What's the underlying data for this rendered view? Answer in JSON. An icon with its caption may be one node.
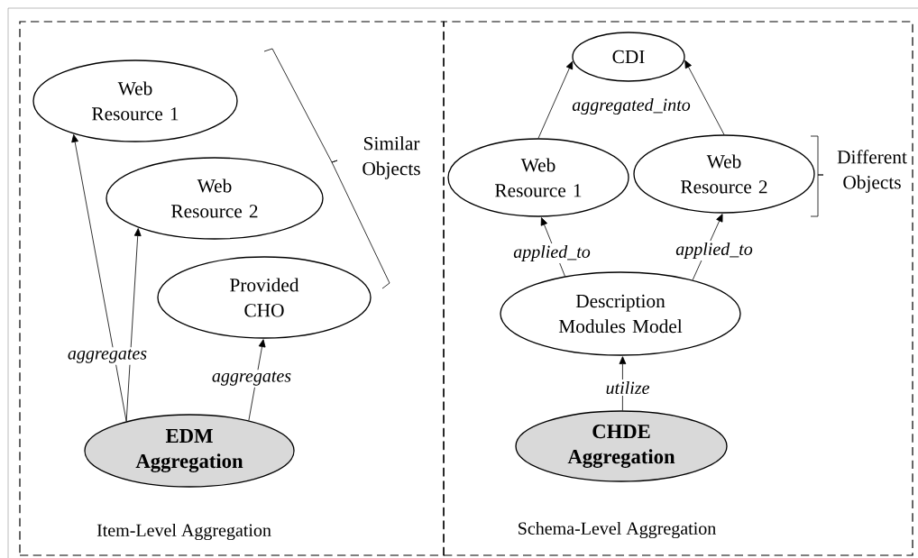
{
  "diagram": {
    "nodes": [
      {
        "text": [
          "Item-Level Aggregation"
        ]
      },
      {
        "text": [
          "Web Resource 1"
        ],
        "in": 0
      },
      {
        "text": [
          "Web Resource 2"
        ],
        "in": 0
      },
      {
        "text": [
          "Provided CHO"
        ],
        "in": 0
      },
      {
        "text": [
          "EDM Aggregation"
        ],
        "in": 0
      },
      {
        "text": [
          "Schema-Level Aggregation"
        ]
      },
      {
        "text": [
          "CDI"
        ],
        "in": 5
      },
      {
        "text": [
          "Web Resource 1"
        ],
        "in": 5
      },
      {
        "text": [
          "Web Resource 2"
        ],
        "in": 5
      },
      {
        "text": [
          "Description Modules Model"
        ],
        "in": 5
      },
      {
        "text": [
          "CHDE Aggregation"
        ],
        "in": 5
      }
    ],
    "edges": [
      {
        "from": 4,
        "to": 1,
        "arrow": "to",
        "label": "aggregates"
      },
      {
        "from": 4,
        "to": 2,
        "arrow": "to"
      },
      {
        "from": 4,
        "to": 3,
        "arrow": "to",
        "label": "aggregates"
      },
      {
        "from": 7,
        "to": 6,
        "arrow": "to",
        "label": "aggregated_into"
      },
      {
        "from": 8,
        "to": 6,
        "arrow": "to"
      },
      {
        "from": 9,
        "to": 7,
        "arrow": "to",
        "label": "applied_to"
      },
      {
        "from": 9,
        "to": 8,
        "arrow": "to",
        "label": "applied_to"
      },
      {
        "from": 10,
        "to": 9,
        "arrow": "to",
        "label": "utilize"
      }
    ],
    "labels": [
      "Similar Objects",
      "Different Objects"
    ]
  }
}
